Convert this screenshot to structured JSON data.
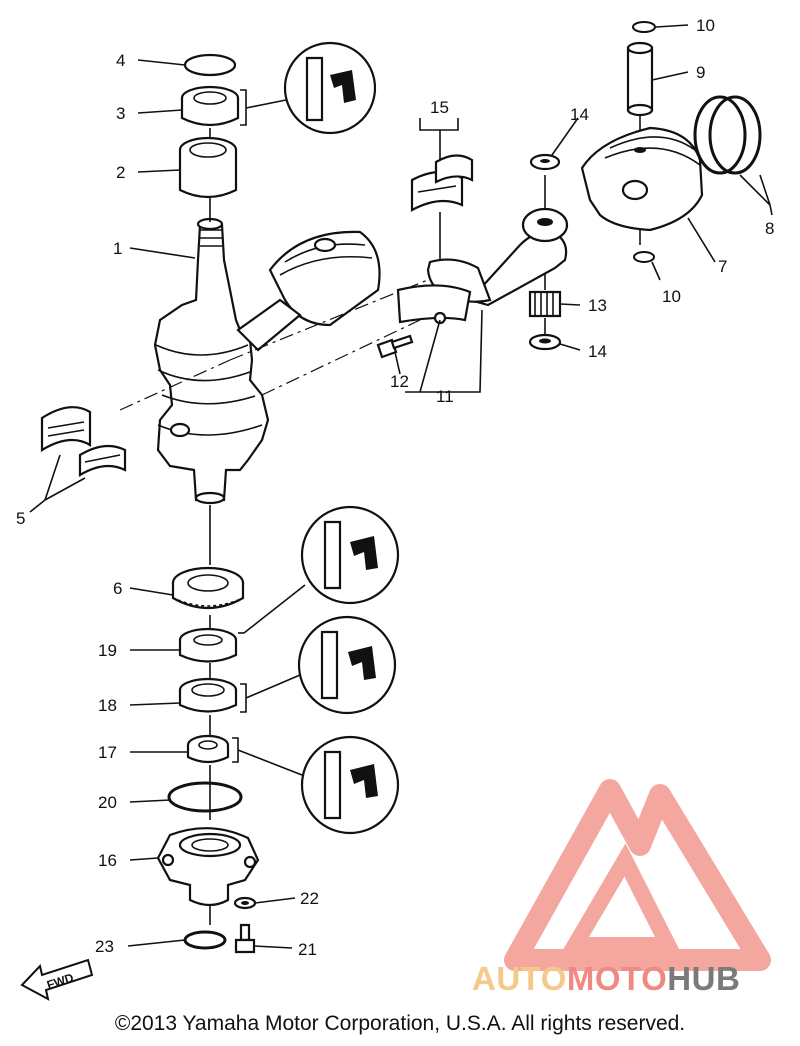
{
  "callouts": [
    {
      "id": "c1",
      "text": "1"
    },
    {
      "id": "c2",
      "text": "2"
    },
    {
      "id": "c3",
      "text": "3"
    },
    {
      "id": "c4",
      "text": "4"
    },
    {
      "id": "c5",
      "text": "5"
    },
    {
      "id": "c6",
      "text": "6"
    },
    {
      "id": "c7",
      "text": "7"
    },
    {
      "id": "c8",
      "text": "8"
    },
    {
      "id": "c9",
      "text": "9"
    },
    {
      "id": "c10a",
      "text": "10"
    },
    {
      "id": "c10b",
      "text": "10"
    },
    {
      "id": "c11",
      "text": "11"
    },
    {
      "id": "c12",
      "text": "12"
    },
    {
      "id": "c13",
      "text": "13"
    },
    {
      "id": "c14a",
      "text": "14"
    },
    {
      "id": "c14b",
      "text": "14"
    },
    {
      "id": "c15",
      "text": "15"
    },
    {
      "id": "c16",
      "text": "16"
    },
    {
      "id": "c17",
      "text": "17"
    },
    {
      "id": "c18",
      "text": "18"
    },
    {
      "id": "c19",
      "text": "19"
    },
    {
      "id": "c20",
      "text": "20"
    },
    {
      "id": "c21",
      "text": "21"
    },
    {
      "id": "c22",
      "text": "22"
    },
    {
      "id": "c23",
      "text": "23"
    }
  ],
  "fwd_arrow_label": "FWD",
  "watermark": {
    "part1": "AUTO",
    "part2": "MOTO",
    "part3": "HUB",
    "color1": "#f5c98a",
    "color2": "#f08a80",
    "color3": "#7a7a7a",
    "logo_color": "#f08a80"
  },
  "copyright": "©2013 Yamaha Motor Corporation, U.S.A. All rights reserved."
}
